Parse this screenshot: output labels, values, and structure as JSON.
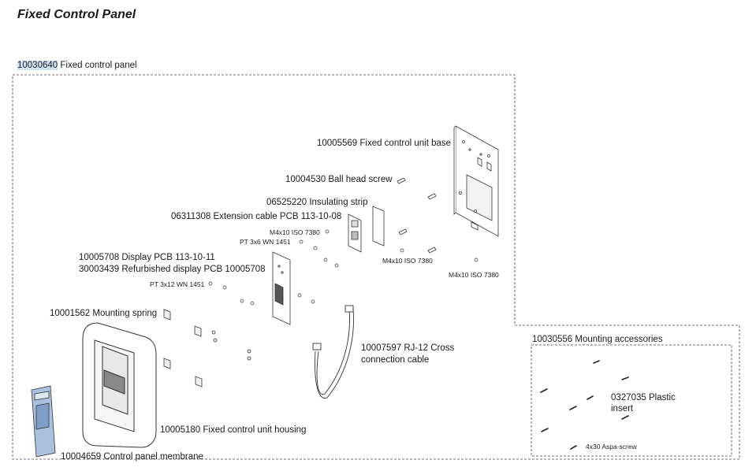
{
  "title": "Fixed Control Panel",
  "assembly": {
    "code": "10030640",
    "name": "Fixed control panel"
  },
  "parts": [
    {
      "id": "base",
      "text": "10005569 Fixed control unit base"
    },
    {
      "id": "ballscrew",
      "text": "10004530 Ball head screw"
    },
    {
      "id": "insulating",
      "text": "06525220 Insulating strip"
    },
    {
      "id": "extension",
      "text": "06311308 Extension cable PCB 113-10-08"
    },
    {
      "id": "display",
      "text": "10005708 Display PCB 113-10-11"
    },
    {
      "id": "refurb",
      "text": "30003439 Refurbished display PCB 10005708"
    },
    {
      "id": "spring",
      "text": "10001562 Mounting spring"
    },
    {
      "id": "rj12a",
      "text": "10007597 RJ-12 Cross"
    },
    {
      "id": "rj12b",
      "text": "connection cable"
    },
    {
      "id": "housing",
      "text": "10005180 Fixed control unit housing"
    },
    {
      "id": "membrane",
      "text": "10004659 Control panel membrane"
    }
  ],
  "screw_labels": {
    "m4x10_a": "M4x10 ISO 7380",
    "pt3x6": "PT 3x6 WN 1451",
    "m4x10_b": "M4x10 ISO 7380",
    "m4x10_c": "M4x10 ISO 7380",
    "pt3x12": "PT 3x12 WN 1451"
  },
  "accessories": {
    "title": "10030556 Mounting accessories",
    "insert_line1": "0327035 Plastic",
    "insert_line2": "insert",
    "screw": "4x30 Aspa-screw"
  }
}
